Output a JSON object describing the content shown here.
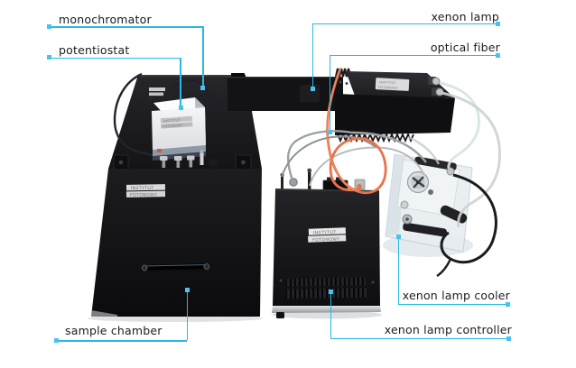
{
  "figure": {
    "background_color": "#ffffff",
    "type": "annotated equipment photograph"
  },
  "annotations": {
    "line_color": "#2ab7e8",
    "dot_color": "#47c3ee",
    "text_color": "#1c1c1c",
    "labels": {
      "monochromator": "monochromator",
      "potentiostat": "potentiostat",
      "xenon_lamp": "xenon lamp",
      "optical_fiber": "optical fiber",
      "xenon_lamp_cooler": "xenon lamp cooler",
      "xenon_lamp_controller": "xenon lamp controller",
      "sample_chamber": "sample chamber"
    }
  },
  "photo": {
    "sticker_line1": "INSTYTUT",
    "sticker_line2": "FOTONOWY",
    "colors": {
      "equipment_black": "#121214",
      "optical_fiber_orange": "#e8724a",
      "cooler_acrylic": "#e7edf0",
      "potentiostat_white": "#eceef0"
    }
  }
}
